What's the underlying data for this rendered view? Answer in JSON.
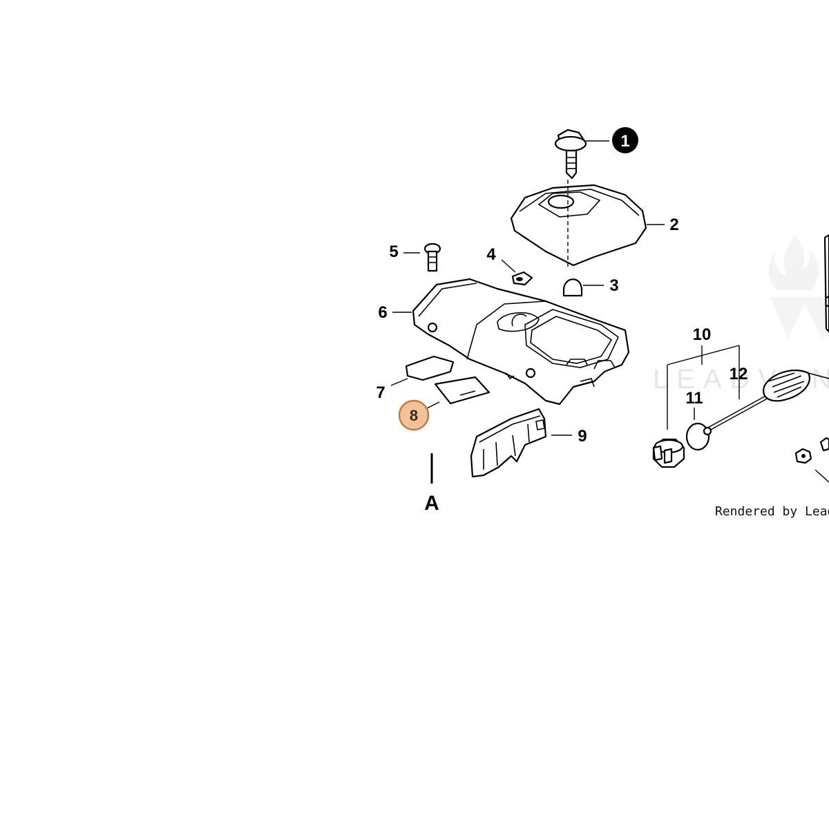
{
  "diagram": {
    "callouts": [
      {
        "id": "1",
        "label": "1",
        "style": "filled-black"
      },
      {
        "id": "2",
        "label": "2",
        "style": "plain"
      },
      {
        "id": "3",
        "label": "3",
        "style": "plain"
      },
      {
        "id": "4",
        "label": "4",
        "style": "plain"
      },
      {
        "id": "5",
        "label": "5",
        "style": "plain"
      },
      {
        "id": "6",
        "label": "6",
        "style": "plain"
      },
      {
        "id": "7",
        "label": "7",
        "style": "plain"
      },
      {
        "id": "8",
        "label": "8",
        "style": "highlighted"
      },
      {
        "id": "9",
        "label": "9",
        "style": "plain"
      },
      {
        "id": "10",
        "label": "10",
        "style": "plain"
      },
      {
        "id": "11",
        "label": "11",
        "style": "plain"
      },
      {
        "id": "12",
        "label": "12",
        "style": "plain"
      },
      {
        "id": "10b",
        "label": "10",
        "style": "plain"
      }
    ],
    "section_marker": "A",
    "watermark_text": "LEADVEN",
    "footer": "Rendered by LeadVe",
    "colors": {
      "highlight_fill": "#f2c39a",
      "highlight_stroke": "#c87838",
      "badge_black": "#000000",
      "watermark": "#e6e6e6"
    }
  }
}
